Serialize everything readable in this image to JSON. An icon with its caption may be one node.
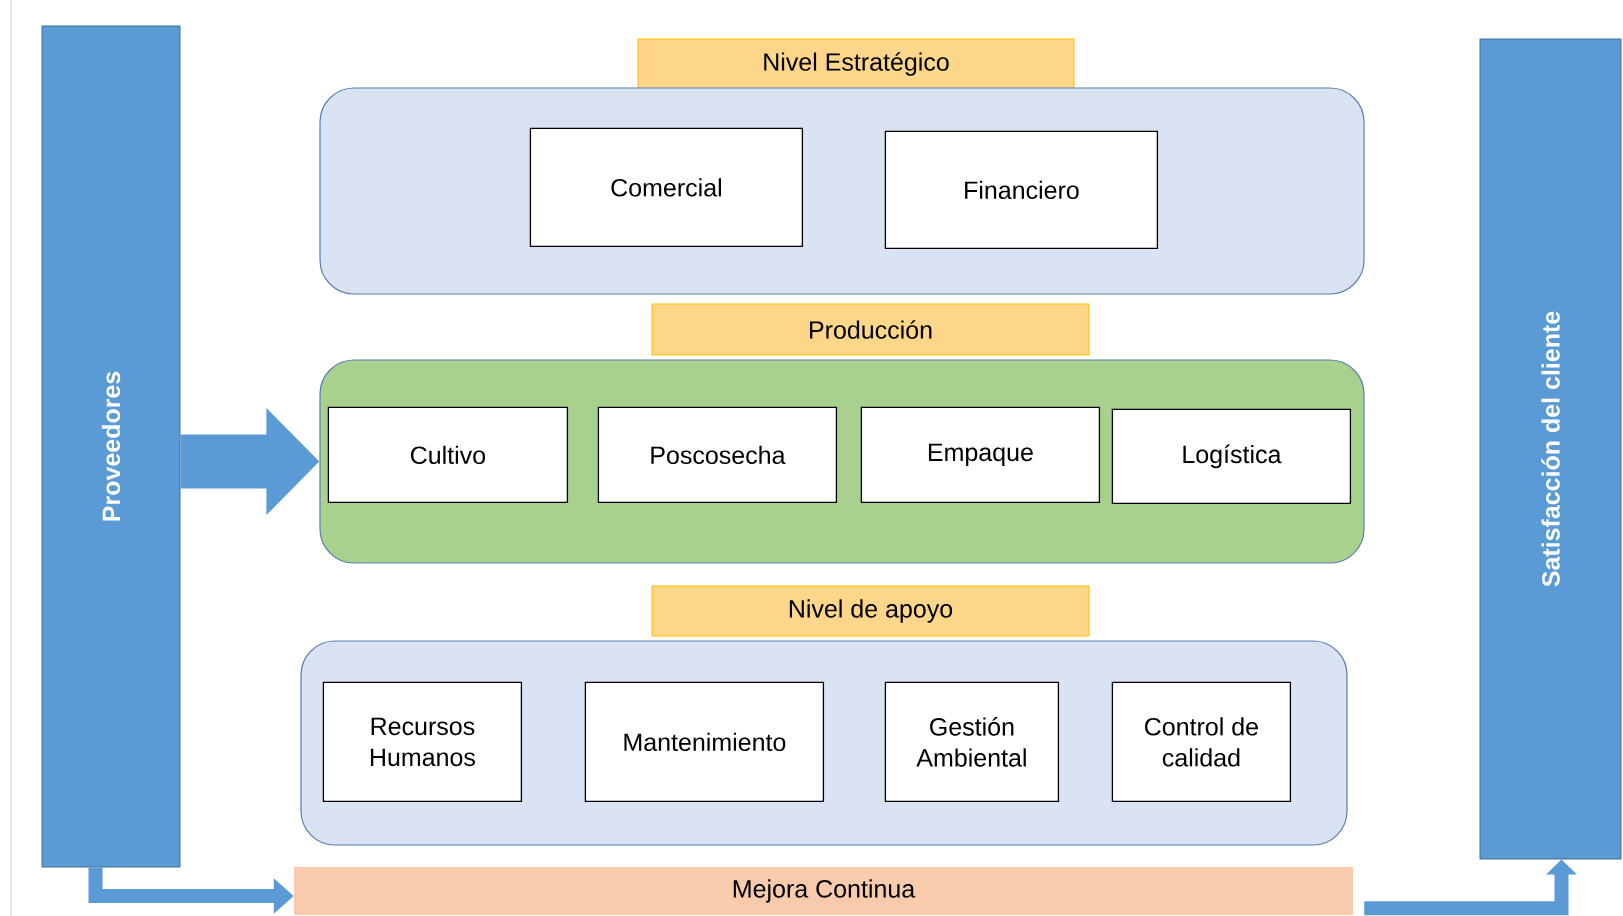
{
  "diagram": {
    "nodes": [
      {
        "text": [
          "Proveedores"
        ]
      },
      {
        "text": [
          "Satisfacción del cliente"
        ]
      },
      {
        "text": [
          "Nivel Estratégico"
        ]
      },
      {
        "text": [],
        "shape": "box"
      },
      {
        "text": [
          "Comercial"
        ],
        "in": 3
      },
      {
        "text": [
          "Financiero"
        ],
        "in": 3
      },
      {
        "text": [
          "Producción"
        ]
      },
      {
        "text": [],
        "shape": "box"
      },
      {
        "text": [
          "Cultivo"
        ],
        "in": 7
      },
      {
        "text": [
          "Poscosecha"
        ],
        "in": 7
      },
      {
        "text": [
          "Empaque"
        ],
        "in": 7
      },
      {
        "text": [
          "Logística"
        ],
        "in": 7
      },
      {
        "text": [
          "Nivel de apoyo"
        ]
      },
      {
        "text": [],
        "shape": "box"
      },
      {
        "text": [
          "Recursos Humanos"
        ],
        "in": 13
      },
      {
        "text": [
          "Mantenimiento"
        ],
        "in": 13
      },
      {
        "text": [
          "Gestión Ambiental"
        ],
        "in": 13
      },
      {
        "text": [
          "Control de calidad"
        ],
        "in": 13
      },
      {
        "text": [
          "Mejora Continua"
        ]
      }
    ],
    "edges": [
      {
        "from": 0,
        "to": 7,
        "arrow": "to",
        "style": "thick"
      },
      {
        "from": 0,
        "to": 18,
        "arrow": "to"
      },
      {
        "from": 18,
        "to": 1,
        "arrow": "to"
      }
    ]
  }
}
